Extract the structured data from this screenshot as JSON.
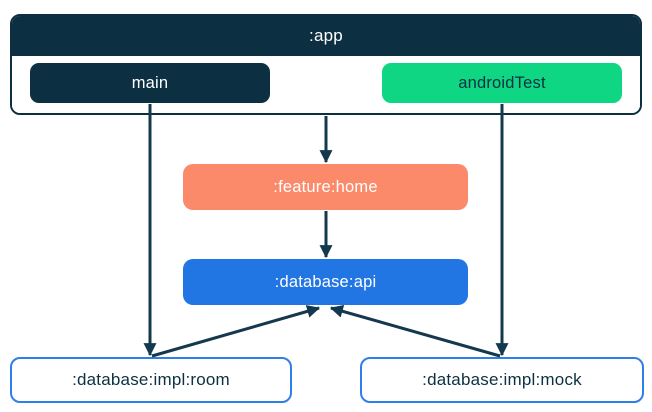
{
  "diagram": {
    "nodes": {
      "app": {
        "label": ":app"
      },
      "main": {
        "label": "main"
      },
      "android_test": {
        "label": "androidTest"
      },
      "feature_home": {
        "label": ":feature:home"
      },
      "database_api": {
        "label": ":database:api"
      },
      "database_impl_room": {
        "label": ":database:impl:room"
      },
      "database_impl_mock": {
        "label": ":database:impl:mock"
      }
    },
    "edges": [
      {
        "from": ":app",
        "to": ":feature:home"
      },
      {
        "from": ":feature:home",
        "to": ":database:api"
      },
      {
        "from": "main",
        "to": ":database:impl:room"
      },
      {
        "from": "androidTest",
        "to": ":database:impl:mock"
      },
      {
        "from": ":database:impl:room",
        "to": ":database:api"
      },
      {
        "from": ":database:impl:mock",
        "to": ":database:api"
      }
    ],
    "colors": {
      "navy": "#0c3042",
      "green": "#0fd683",
      "coral": "#fb8a6a",
      "blue": "#2276e3",
      "impl_border_blue": "#2f7fea",
      "arrow": "#14384e",
      "background": "#ffffff"
    }
  }
}
